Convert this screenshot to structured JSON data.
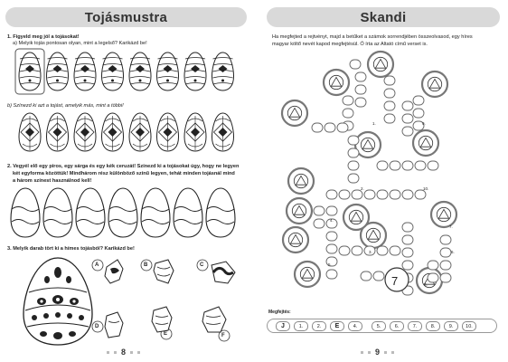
{
  "left_page": {
    "title": "Tojásmustra",
    "task1_intro": "1. Figyeld meg jól a tojásokat!",
    "task1_a": "a) Melyik tojás pontosan olyan, mint a legelső? Karikázd be!",
    "task1_b": "b) Színezd ki azt a tojást, amelyik más, mint a többi!",
    "task2_line1": "2. Vegyél elő egy piros, egy sárga és egy kék ceruzát! Színezd ki a tojásokat úgy, hogy ne legyen",
    "task2_line2": "két egyforma közöttük! Mindhárom rész különböző színű legyen, tehát minden tojásnál mind",
    "task2_line3": "a három színest használnod kell!",
    "task3": "3. Melyik darab tört ki a hímes tojásból? Karikázd be!",
    "option_labels": [
      "A",
      "B",
      "C",
      "D",
      "E",
      "F"
    ],
    "page_number": "8"
  },
  "right_page": {
    "title": "Skandi",
    "intro_line1": "Ha megfejted a rejtvényt, majd a betűket a számok sorrendjében összeolvasod, egy híres",
    "intro_line2": "magyar költő nevét kapod megfejtésül. Ő írta az Altató című verset is.",
    "board_numbers": [
      "1.",
      "2.",
      "3.",
      "4.",
      "5.",
      "6.",
      "7.",
      "8.",
      "9.",
      "10."
    ],
    "big_number": "7",
    "answer_label": "Megfejtés:",
    "answer_cells": [
      "J",
      "1.",
      "2.",
      "E",
      "4.",
      "5.",
      "6.",
      "7.",
      "8.",
      "9.",
      "10."
    ],
    "page_number": "9"
  }
}
